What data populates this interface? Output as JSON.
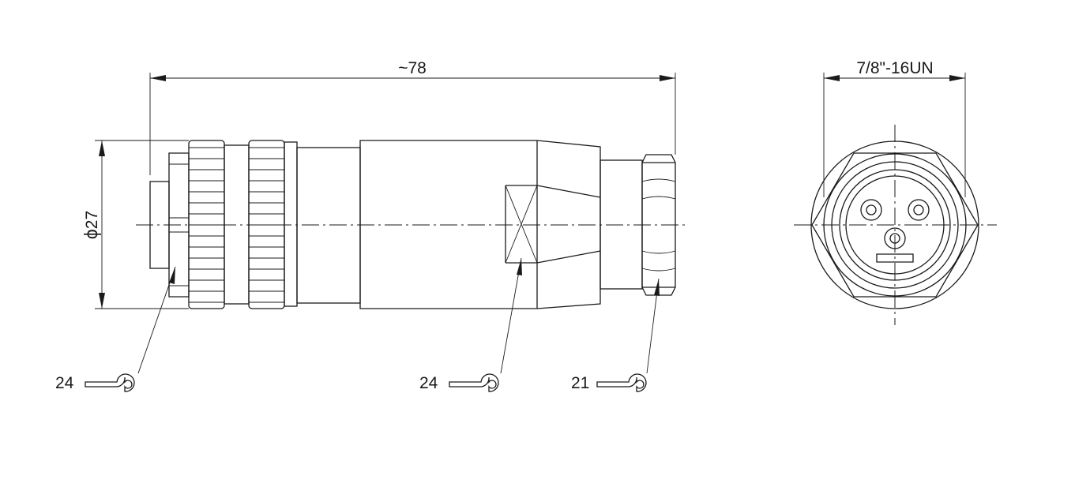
{
  "dimensions": {
    "overall_length": "~78",
    "diameter_symbol": "ϕ",
    "diameter_value": "27",
    "thread": "7/8\"-16UN"
  },
  "callouts": {
    "left_nut_wrench_size": "24",
    "body_wrench_size": "24",
    "cable_nut_wrench_size": "21"
  },
  "icons": {
    "wrench": "open-end-wrench-icon"
  },
  "colors": {
    "line": "#1a1a1a",
    "background": "#ffffff"
  }
}
